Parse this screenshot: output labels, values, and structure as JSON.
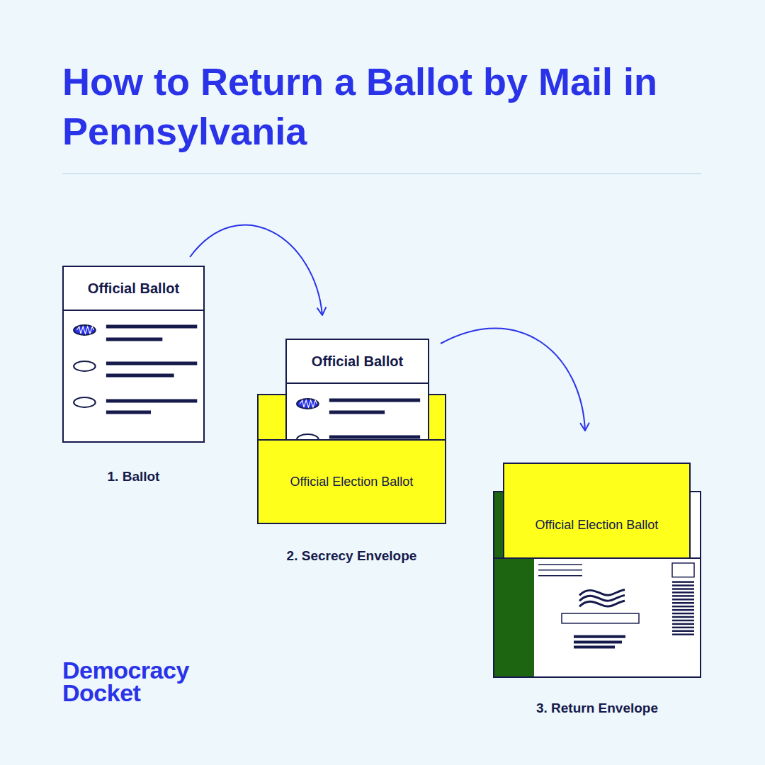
{
  "diagram": {
    "title": "How to Return a Ballot by Mail in Pennsylvania",
    "nodes": [
      {
        "text": [
          "Official Ballot",
          "1. Ballot"
        ]
      },
      {
        "text": [
          "Official Election Ballot",
          "2. Secrecy Envelope"
        ]
      },
      {
        "text": [
          "Official Ballot"
        ],
        "in": 1
      },
      {
        "text": [
          "3. Return Envelope"
        ]
      },
      {
        "text": [
          "Official Election Ballot"
        ],
        "in": 3
      }
    ],
    "edges": [
      {
        "from": 0,
        "to": 1,
        "arrow": "to"
      },
      {
        "from": 1,
        "to": 3,
        "arrow": "to"
      }
    ],
    "labels": [
      "Democracy Docket"
    ]
  }
}
